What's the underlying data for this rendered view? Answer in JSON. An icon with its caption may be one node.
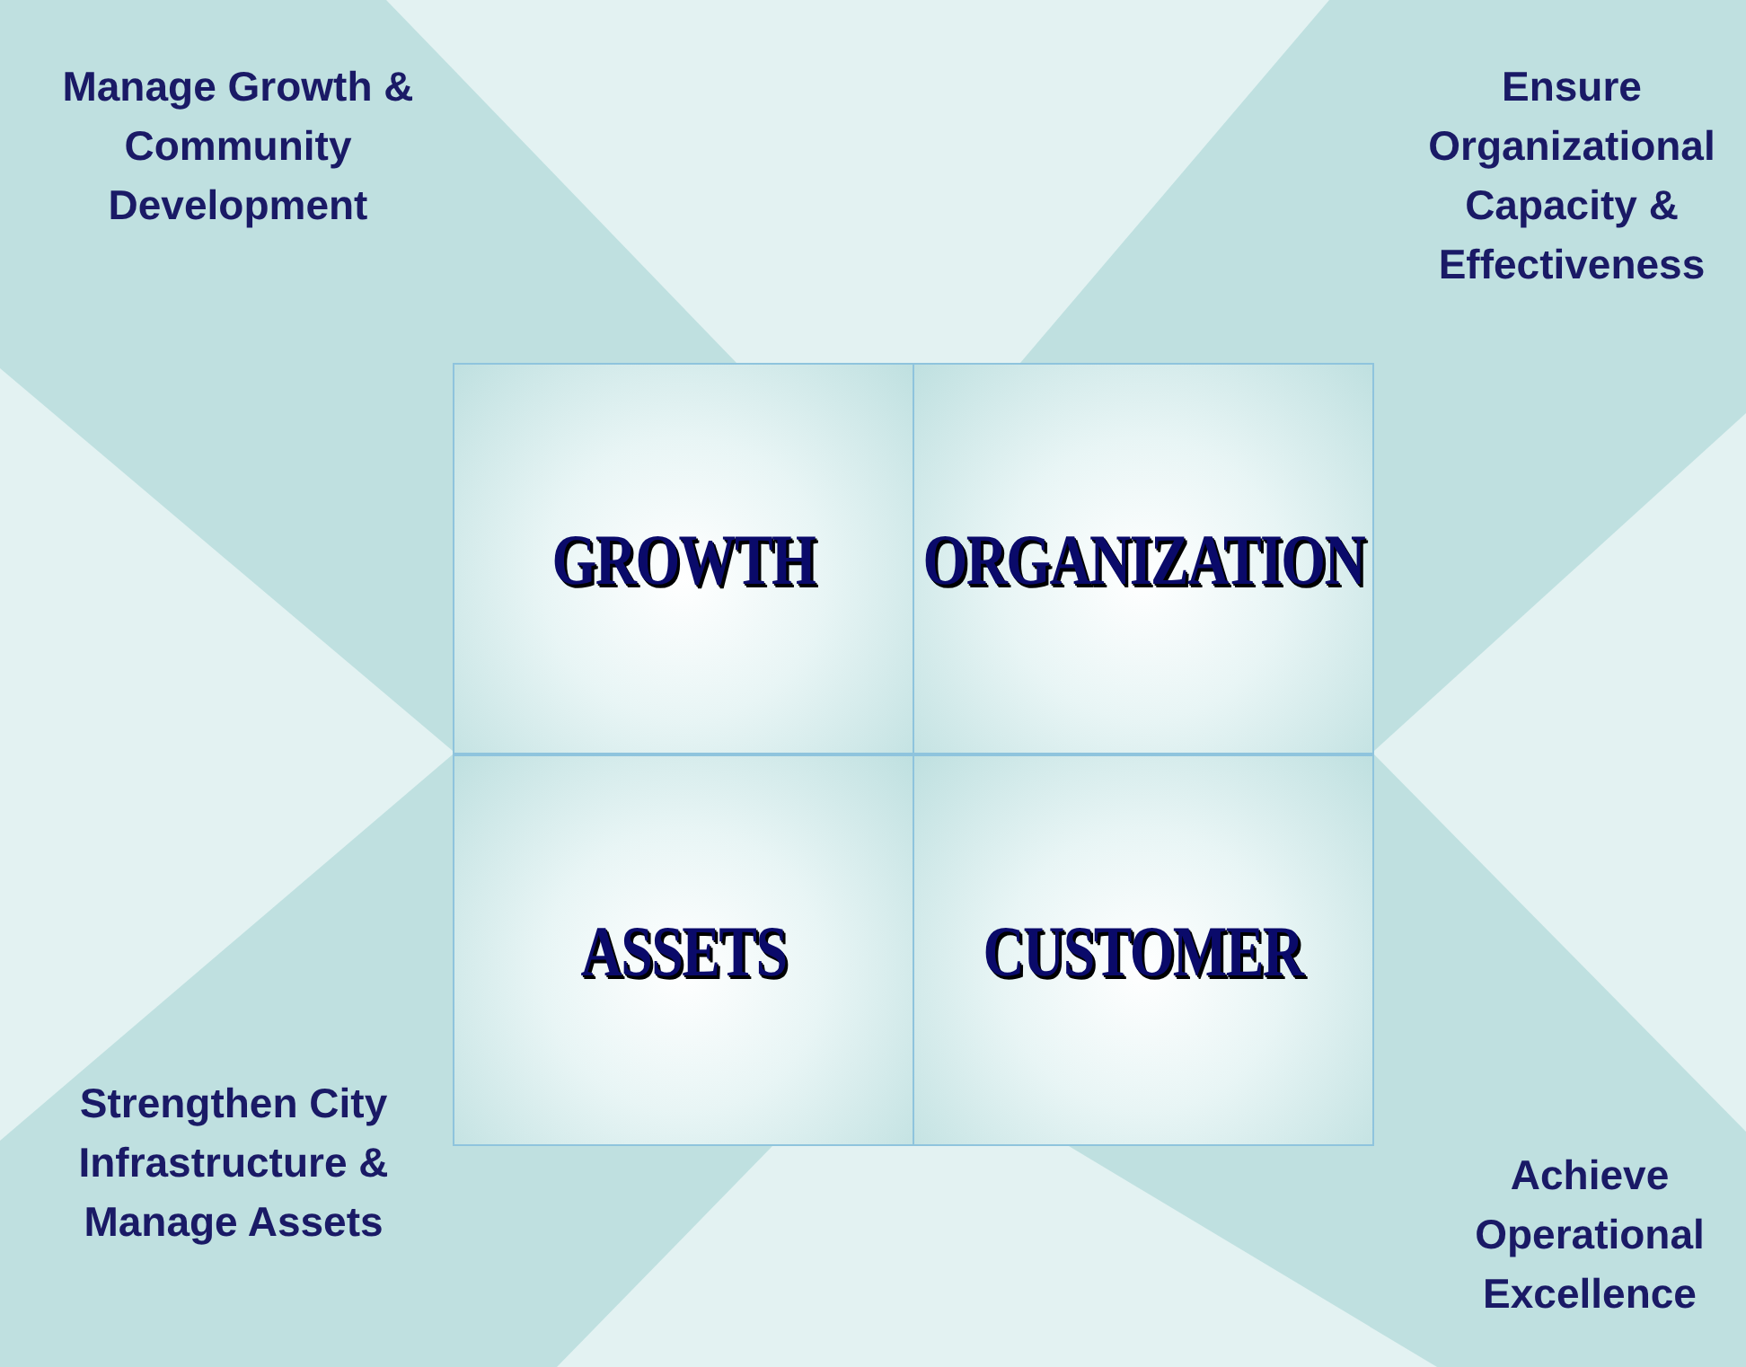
{
  "diagram": {
    "nodes": [
      {
        "text": [
          "Manage Growth & Community Development"
        ]
      },
      {
        "text": [
          "Ensure Organizational Capacity & Effectiveness"
        ]
      },
      {
        "text": [
          "GROWTH"
        ]
      },
      {
        "text": [
          "ORGANIZATION"
        ]
      },
      {
        "text": [
          "ASSETS"
        ]
      },
      {
        "text": [
          "CUSTOMER"
        ]
      },
      {
        "text": [
          "Strengthen City Infrastructure & Manage Assets"
        ]
      },
      {
        "text": [
          "Achieve Operational Excellence"
        ]
      }
    ]
  }
}
